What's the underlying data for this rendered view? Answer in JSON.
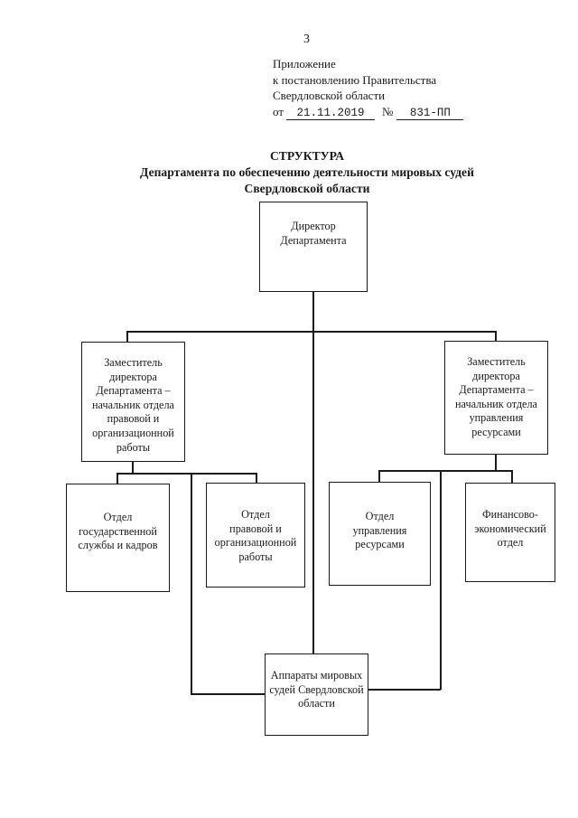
{
  "colors": {
    "ink": "#1b1b1b",
    "paper": "#ffffff"
  },
  "page": {
    "number": "3",
    "appendix": {
      "lines": [
        "Приложение",
        "к постановлению Правительства",
        "Свердловской области"
      ],
      "from_label": "от",
      "date_value": "21.11.2019",
      "no_label": "№",
      "doc_number": "831-ПП"
    },
    "title": {
      "lines": [
        "СТРУКТУРА",
        "Департамента по обеспечению деятельности мировых судей",
        "Свердловской области"
      ]
    }
  },
  "org_chart": {
    "nodes": {
      "director": {
        "label": "Директор Департамента",
        "lines": [
          "Директор",
          "Департамента"
        ]
      },
      "deputy_left": {
        "label": "Заместитель директора Департамента – начальник отдела правовой и организационной работы",
        "lines": [
          "Заместитель",
          "директора",
          "Департамента –",
          "начальник отдела",
          "правовой и",
          "организационной",
          "работы"
        ]
      },
      "deputy_right": {
        "label": "Заместитель директора Департамента – начальник отдела управления ресурсами",
        "lines": [
          "Заместитель",
          "директора",
          "Департамента –",
          "начальник отдела",
          "управления",
          "ресурсами"
        ]
      },
      "dept_civil_service": {
        "label": "Отдел государственной службы и кадров",
        "lines": [
          "Отдел",
          "государственной",
          "службы и кадров"
        ]
      },
      "dept_legal": {
        "label": "Отдел правовой и организационной работы",
        "lines": [
          "Отдел",
          "правовой и",
          "организационной",
          "работы"
        ]
      },
      "dept_resources": {
        "label": "Отдел управления ресурсами",
        "lines": [
          "Отдел",
          "управления",
          "ресурсами"
        ]
      },
      "dept_finance": {
        "label": "Финансово-экономический отдел",
        "lines": [
          "Финансово-",
          "экономический",
          "отдел"
        ]
      },
      "apparatus": {
        "label": "Аппараты мировых судей Свердловской области",
        "lines": [
          "Аппараты мировых",
          "судей Свердловской",
          "области"
        ]
      }
    }
  }
}
